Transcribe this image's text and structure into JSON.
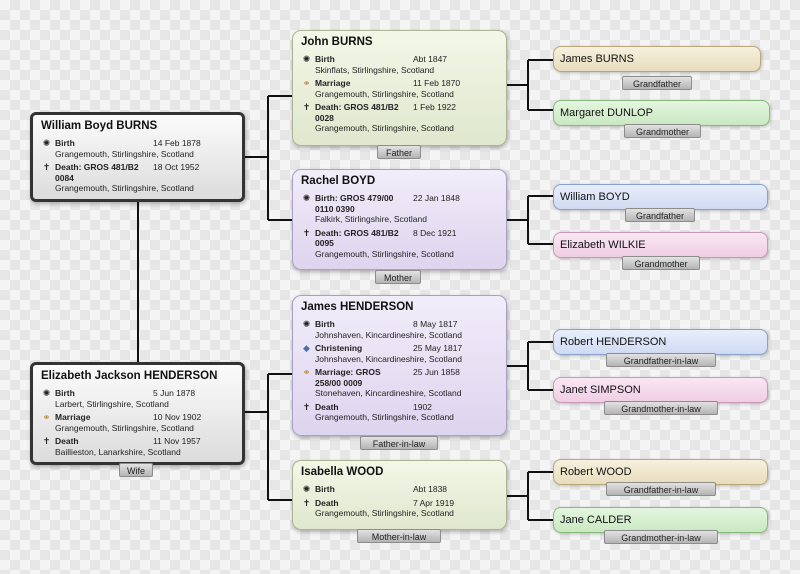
{
  "colors": {
    "line": "#111111",
    "root_border": "#333333",
    "father_card": "#e6ecd6",
    "mother_card": "#e4dcf2",
    "grandfather_tan": "#eee4c8",
    "grandmother_green": "#d6eed0",
    "grandfather_blue": "#d8e1f6",
    "grandmother_pink": "#f4d9ea"
  },
  "icons": {
    "birth": "birth-icon",
    "christening": "christening-icon",
    "marriage": "marriage-rings-icon",
    "death": "death-cross-icon"
  },
  "root": {
    "name": "William Boyd BURNS",
    "events": [
      {
        "label": "Birth",
        "date": "14 Feb 1878",
        "place": "Grangemouth, Stirlingshire, Scotland"
      },
      {
        "label": "Death: GROS 481/B2",
        "date": "18 Oct 1952",
        "label2": "0084",
        "place": "Grangemouth, Stirlingshire, Scotland"
      }
    ]
  },
  "spouse": {
    "name": "Elizabeth Jackson HENDERSON",
    "tab": "Wife",
    "events": [
      {
        "label": "Birth",
        "date": "5 Jun 1878",
        "place": "Larbert, Stirlingshire, Scotland"
      },
      {
        "label": "Marriage",
        "date": "10 Nov 1902",
        "place": "Grangemouth, Stirlingshire, Scotland"
      },
      {
        "label": "Death",
        "date": "11 Nov 1957",
        "place": "Baillieston, Lanarkshire, Scotland"
      }
    ]
  },
  "father": {
    "name": "John BURNS",
    "tab": "Father",
    "events": [
      {
        "label": "Birth",
        "date": "Abt 1847",
        "place": "Skinflats, Stirlingshire, Scotland"
      },
      {
        "label": "Marriage",
        "date": "11 Feb 1870",
        "place": "Grangemouth, Stirlingshire, Scotland"
      },
      {
        "label": "Death: GROS 481/B2",
        "date": "1 Feb 1922",
        "label2": "0028",
        "place": "Grangemouth, Stirlingshire, Scotland"
      }
    ]
  },
  "mother": {
    "name": "Rachel BOYD",
    "tab": "Mother",
    "events": [
      {
        "label": "Birth: GROS 479/00",
        "date": "22 Jan 1848",
        "label2": "0110 0390",
        "place": "Falkirk, Stirlingshire, Scotland"
      },
      {
        "label": "Death: GROS 481/B2",
        "date": "8 Dec 1921",
        "label2": "0095",
        "place": "Grangemouth, Stirlingshire, Scotland"
      }
    ]
  },
  "father_in_law": {
    "name": "James HENDERSON",
    "tab": "Father-in-law",
    "events": [
      {
        "label": "Birth",
        "date": "8 May 1817",
        "place": "Johnshaven, Kincardineshire, Scotland"
      },
      {
        "label": "Christening",
        "date": "25 May 1817",
        "place": "Johnshaven, Kincardineshire, Scotland"
      },
      {
        "label": "Marriage: GROS",
        "date": "25 Jun 1858",
        "label2": "258/00 0009",
        "place": "Stonehaven, Kincardineshire, Scotland"
      },
      {
        "label": "Death",
        "date": "1902",
        "place": "Grangemouth, Stirlingshire, Scotland"
      }
    ]
  },
  "mother_in_law": {
    "name": "Isabella WOOD",
    "tab": "Mother-in-law",
    "events": [
      {
        "label": "Birth",
        "date": "Abt 1838",
        "place": ""
      },
      {
        "label": "Death",
        "date": "7 Apr 1919",
        "place": "Grangemouth, Stirlingshire, Scotland"
      }
    ]
  },
  "grandparents": [
    {
      "name": "James BURNS",
      "tab": "Grandfather"
    },
    {
      "name": "Margaret DUNLOP",
      "tab": "Grandmother"
    },
    {
      "name": "William BOYD",
      "tab": "Grandfather"
    },
    {
      "name": "Elizabeth WILKIE",
      "tab": "Grandmother"
    },
    {
      "name": "Robert HENDERSON",
      "tab": "Grandfather-in-law"
    },
    {
      "name": "Janet SIMPSON",
      "tab": "Grandmother-in-law"
    },
    {
      "name": "Robert WOOD",
      "tab": "Grandfather-in-law"
    },
    {
      "name": "Jane CALDER",
      "tab": "Grandmother-in-law"
    }
  ]
}
